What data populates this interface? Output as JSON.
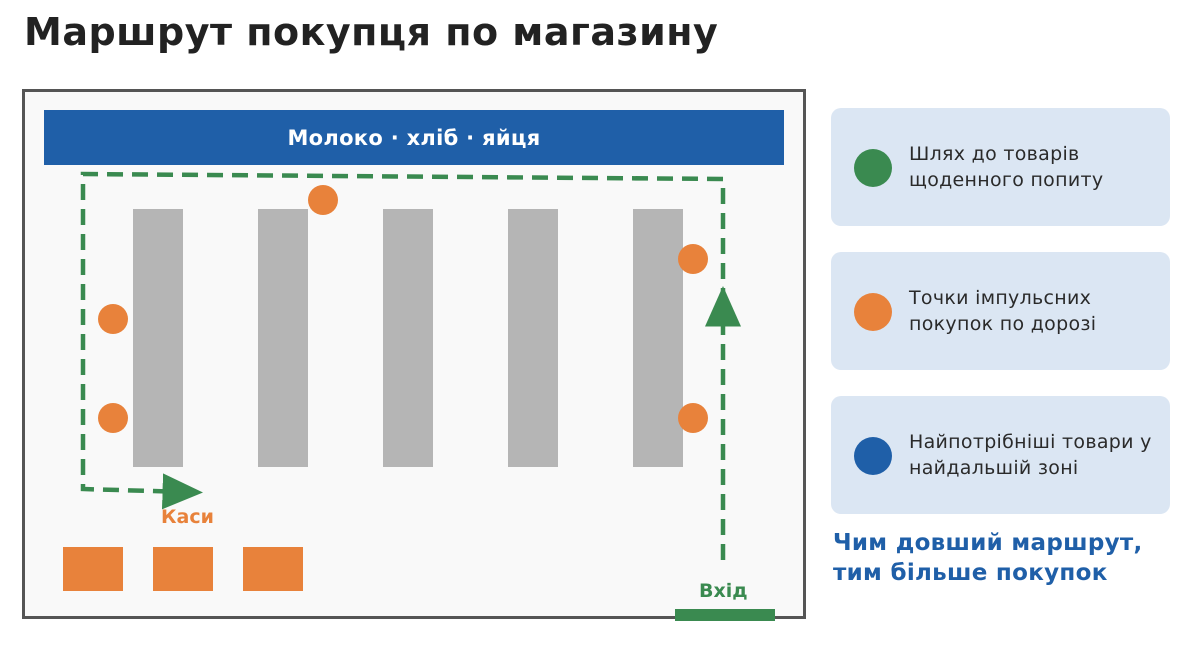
{
  "title": "Маршрут покупця по магазину",
  "store": {
    "banner_text": "Молоко · хліб · яйця",
    "checkout_label": "Каси",
    "entrance_label": "Вхід"
  },
  "legend": [
    {
      "text": "Шлях до товарів щоденного попиту",
      "color": "#3a8a50"
    },
    {
      "text": "Точки імпульсних покупок по дорозі",
      "color": "#e8823b"
    },
    {
      "text": "Найпотрібніші товари у найдальшій зоні",
      "color": "#1f5fa8"
    }
  ],
  "conclusion": "Чим довший маршрут, тим більше покупок",
  "colors": {
    "route": "#3a8a50",
    "impulse": "#e8823b",
    "banner": "#1f5fa8",
    "shelf": "#b5b5b5",
    "card_bg": "#dbe6f3"
  }
}
